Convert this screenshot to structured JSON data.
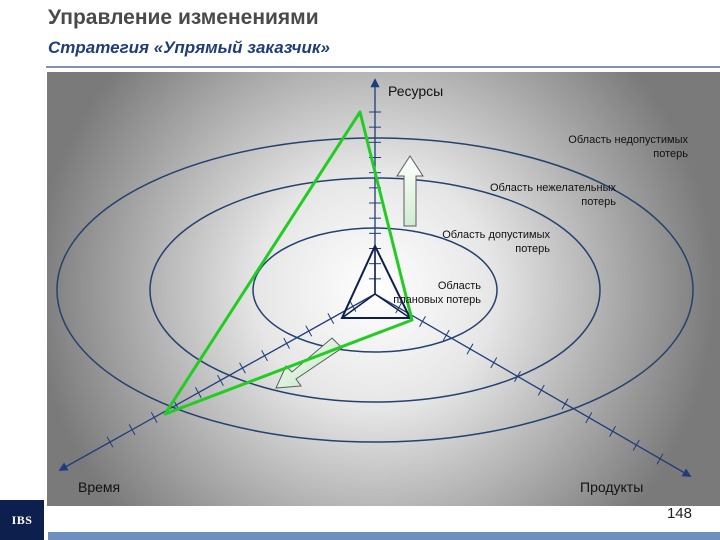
{
  "header": {
    "title": "Управление изменениями",
    "subtitle": "Стратегия «Упрямый заказчик»"
  },
  "diagram": {
    "axes": {
      "resources": "Ресурсы",
      "time": "Время",
      "products": "Продукты"
    },
    "regions": [
      {
        "line1": "Область недопустимых",
        "line2": "потерь"
      },
      {
        "line1": "Область нежелательных",
        "line2": "потерь"
      },
      {
        "line1": "Область допустимых",
        "line2": "потерь"
      },
      {
        "line1": "Область",
        "line2": "плановых потерь"
      }
    ],
    "colors": {
      "axis": "#1f3d78",
      "planned_triangle": "#0d1f4d",
      "changed_triangle": "#22cc22",
      "ellipse": "#24426e"
    }
  },
  "footer": {
    "logo_text": "IBS",
    "page_number": "148"
  }
}
